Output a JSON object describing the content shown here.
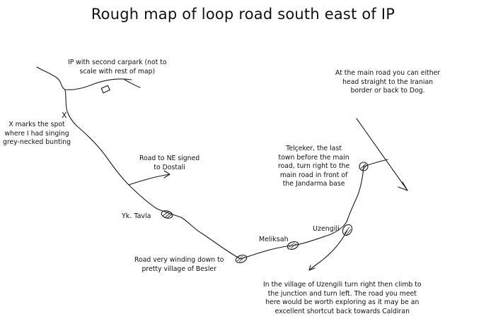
{
  "title": "Rough map of loop road south east of IP",
  "notes": {
    "ip_carpark": [
      "IP with second carpark (not to",
      "scale with rest of map)"
    ],
    "bunting": [
      "X marks the spot",
      "where I had singing",
      "grey-necked bunting"
    ],
    "main_road": [
      "At the main road you can either",
      "head straight to the Iranian",
      "border or back to Dog."
    ],
    "ne_road": [
      "Road to NE signed",
      "to Dostali"
    ],
    "telceker": [
      "Telçeker, the last",
      "town before the main",
      "road, turn right to the",
      "main road in front of",
      "the Jandarma base"
    ],
    "winding": [
      "Road very winding down to",
      "pretty village of Besler"
    ],
    "uzengili_note": [
      "In the village of Uzengili turn right then climb to",
      "the junction and turn left. The road you meet",
      "here would be worth exploring as it may be an",
      "excellent shortcut back towards Caldiran"
    ]
  },
  "places": {
    "yk_tavla": "Yk. Tavla",
    "meliksah": "Meliksah",
    "uzengili": "Uzengili"
  },
  "marker": "X"
}
